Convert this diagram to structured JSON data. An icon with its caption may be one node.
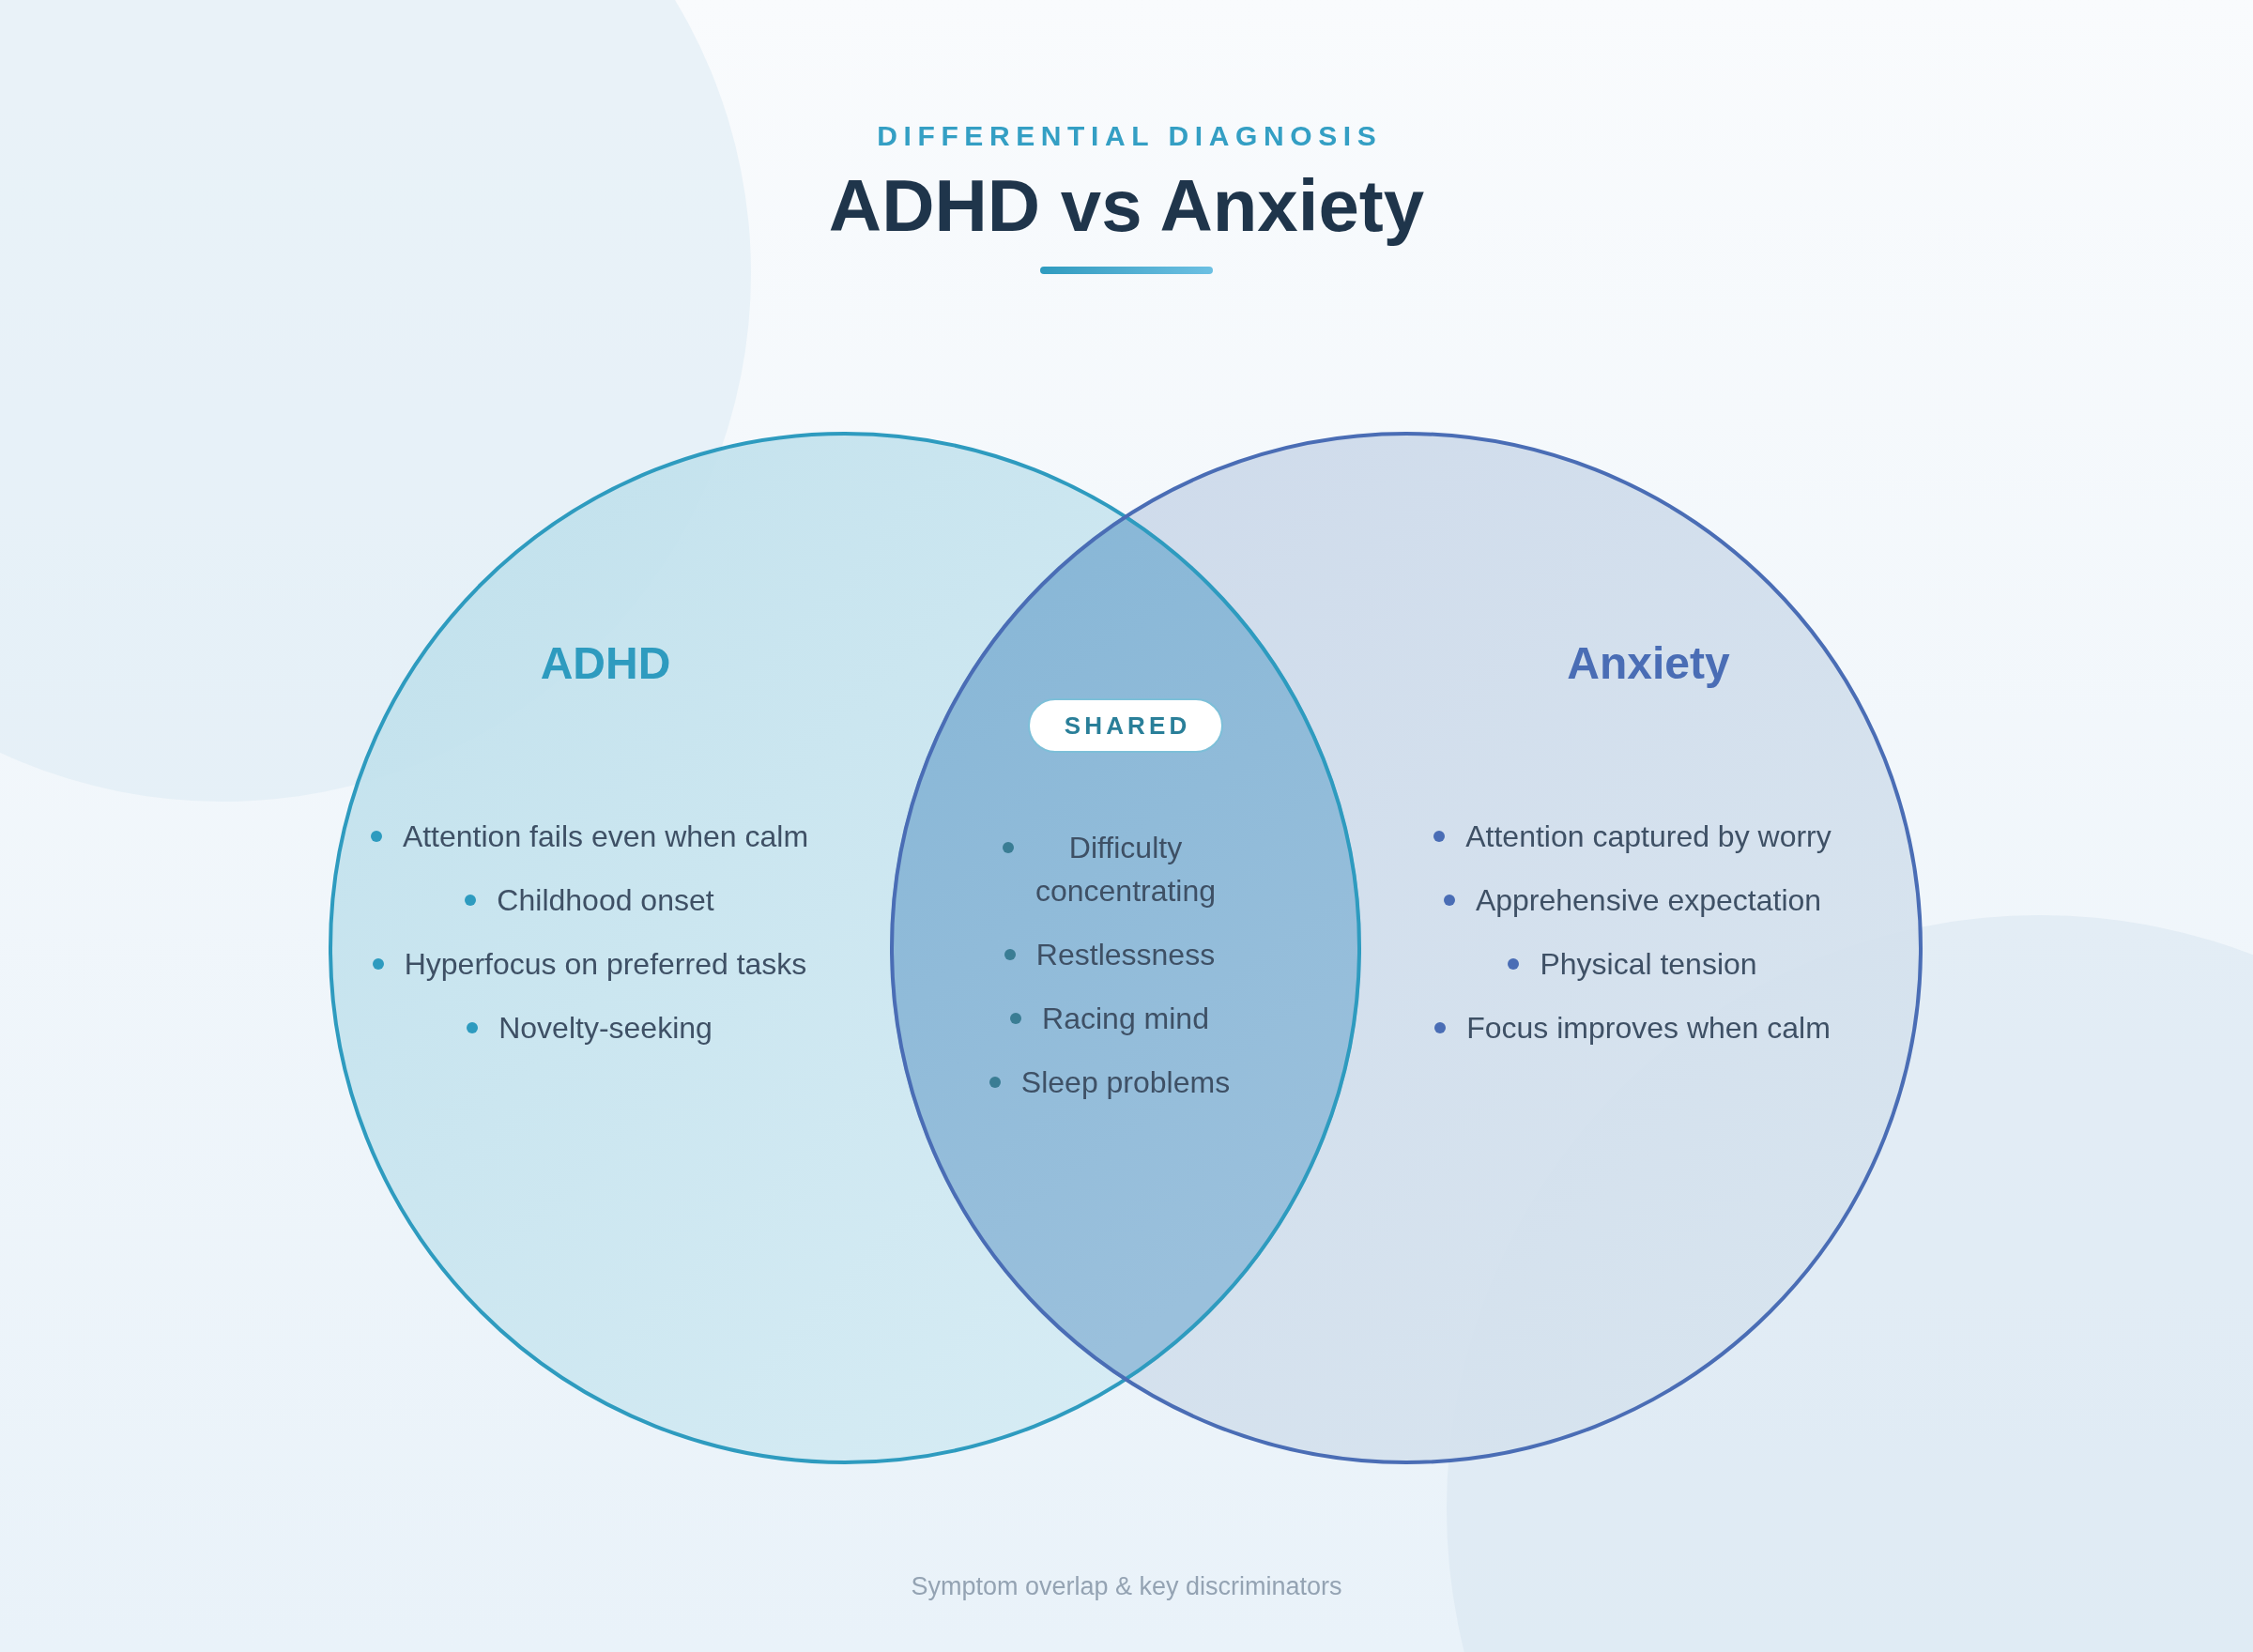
{
  "diagram": {
    "title": "ADHD vs Anxiety",
    "caption": "Symptom overlap & key discriminators",
    "nodes": [
      {
        "text": [
          "ADHD",
          "Attention fails even when calm",
          "Childhood onset",
          "Hyperfocus on preferred tasks",
          "Novelty-seeking"
        ]
      },
      {
        "text": [
          "Difficulty concentrating",
          "Restlessness",
          "Racing mind",
          "Sleep problems"
        ]
      },
      {
        "text": [
          "SHARED"
        ],
        "in": 1
      },
      {
        "text": [
          "Anxiety",
          "Attention captured by worry",
          "Apprehensive expectation",
          "Physical tension",
          "Focus improves when calm"
        ]
      }
    ],
    "labels": [
      "DIFFERENTIAL DIAGNOSIS"
    ]
  }
}
